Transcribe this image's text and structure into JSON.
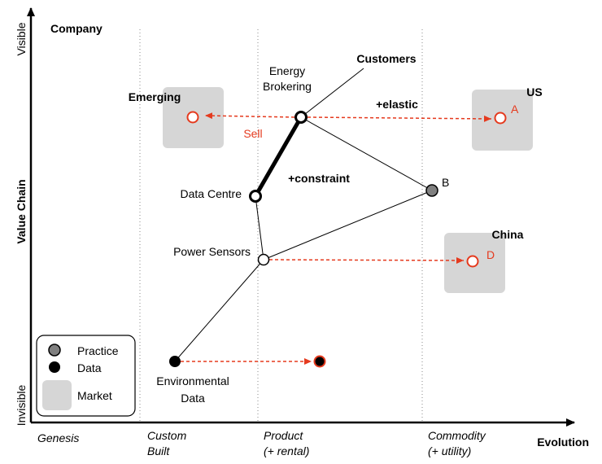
{
  "title": "Company",
  "axes": {
    "y_label": "Value Chain",
    "y_top": "Visible",
    "y_bottom": "Invisible",
    "x_label": "Evolution",
    "stages": [
      {
        "line1": "Genesis",
        "line2": ""
      },
      {
        "line1": "Custom",
        "line2": "Built"
      },
      {
        "line1": "Product",
        "line2": "(+ rental)"
      },
      {
        "line1": "Commodity",
        "line2": "(+ utility)"
      }
    ]
  },
  "nodes": {
    "customers": "Customers",
    "energy_brokering": [
      "Energy",
      "Brokering"
    ],
    "data_centre": "Data Centre",
    "power_sensors": "Power Sensors",
    "environmental_data": [
      "Environmental",
      "Data"
    ],
    "b": "B",
    "a": "A",
    "d": "D"
  },
  "annotations": {
    "elastic": "+elastic",
    "constraint": "+constraint",
    "sell": "Sell"
  },
  "markets": {
    "emerging": "Emerging",
    "us": "US",
    "china": "China"
  },
  "legend": {
    "practice": "Practice",
    "data": "Data",
    "market": "Market"
  },
  "colors": {
    "accent_red": "#e53a1e",
    "market_fill": "#d6d6d6",
    "practice_fill": "#808080"
  }
}
